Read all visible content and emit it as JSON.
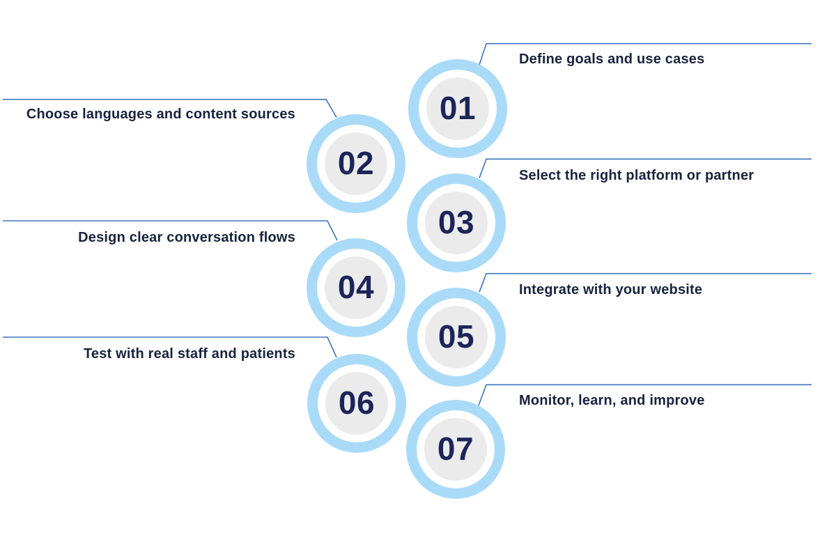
{
  "diagram": {
    "type": "numbered-steps-infographic",
    "colors": {
      "ring": "#A9DBF9",
      "inner_circle": "#EBEBEB",
      "number_text": "#1B2559",
      "label_text": "#18223E",
      "connector_line": "#3E73BC",
      "background": "#FFFFFF"
    },
    "steps": [
      {
        "number": "01",
        "label": "Define goals and use cases",
        "side": "right"
      },
      {
        "number": "02",
        "label": "Choose languages and content sources",
        "side": "left"
      },
      {
        "number": "03",
        "label": "Select the right platform or partner",
        "side": "right"
      },
      {
        "number": "04",
        "label": "Design clear conversation flows",
        "side": "left"
      },
      {
        "number": "05",
        "label": "Integrate with your website",
        "side": "right"
      },
      {
        "number": "06",
        "label": "Test with real staff and patients",
        "side": "left"
      },
      {
        "number": "07",
        "label": "Monitor, learn, and improve",
        "side": "right"
      }
    ]
  }
}
